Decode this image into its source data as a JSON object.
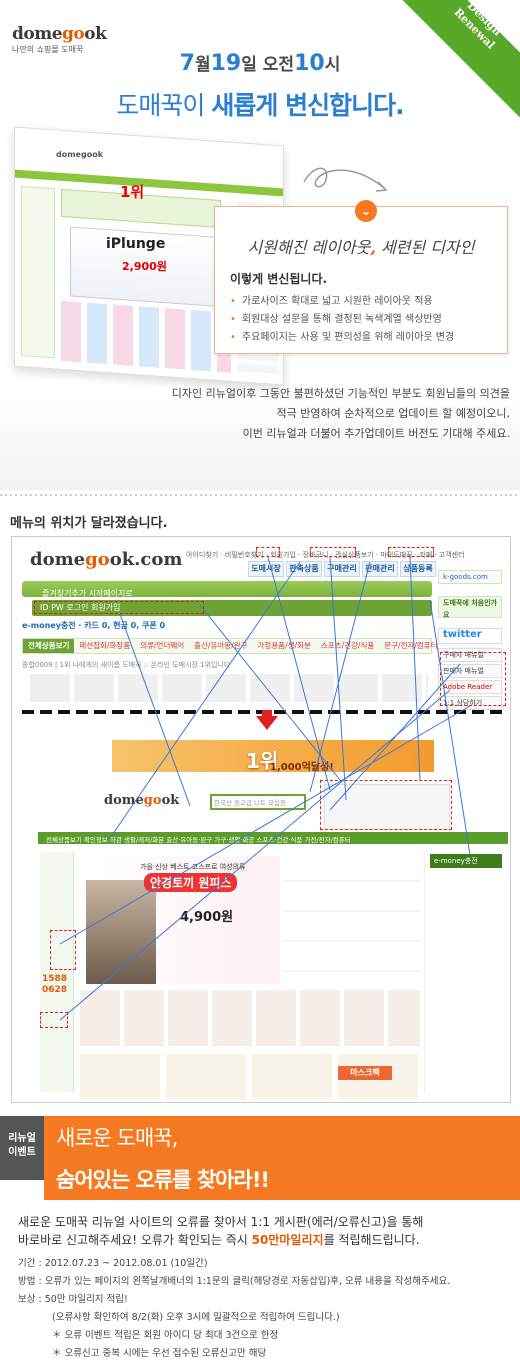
{
  "brand": {
    "logo_left": "dome",
    "logo_oo": "go",
    "logo_right": "ok",
    "subtitle": "나만의 쇼핑몰 도매꾹"
  },
  "ribbon": {
    "line1": "Design",
    "line2": "Renewal"
  },
  "announce": {
    "month": "7",
    "m_unit": "월",
    "day": "19",
    "d_unit": "일 오전",
    "hour": "10",
    "h_unit": "시",
    "headline_pre": "도매꾹이 ",
    "headline_bold": "새롭게 변신합니다."
  },
  "mock": {
    "logo": "domegook",
    "product": "iPlunge",
    "price": "2,900원",
    "badge": "1위"
  },
  "callout": {
    "title_a": "시원해진 레이아웃",
    "title_sep": ",",
    "title_b": " 세련된 디자인",
    "subtitle": "이렇게 변신됩니다.",
    "items": [
      "가로사이즈 확대로 넓고 시원한 레이아웃 적용",
      "회원대상 설문을 통해 결정된 녹색계열 색상반영",
      "주요페이지는 사용 및 편의성을 위해 레이아웃 변경"
    ],
    "chevron": "⌄"
  },
  "intro": [
    "디자인 리뉴얼이후 그동안 불편하셨던 기능적인 부분도 회원님들의 의견을",
    "적극 반영하여 순차적으로 업데이트 할 예정이오니,",
    "이번 리뉴얼과 더불어 추가업데이트 버전도 기대해 주세요."
  ],
  "menu_title": "메뉴의 위치가 달라졌습니다.",
  "old_site": {
    "logo_left": "dome",
    "logo_oo": "go",
    "logo_right": "ok.com",
    "topnav": "아이디찾기 · 비밀번호찾기 · 회원가입 · 장바구니 · 관심상품보기 · 마이도매꾹 · 카페 · 고객센터",
    "tabs": [
      "도매시장",
      "판촉상품",
      "구매관리",
      "판매관리",
      "상품등록"
    ],
    "greenbar": "즐겨찾기추가   시작페이지로",
    "login": "ID        PW        로그인   회원가입",
    "emoney": "e-money충전 · 카드 0, 현금 0, 쿠폰 0",
    "menu": [
      "전체상품보기",
      "패션잡화/화장품",
      "의류/언더웨어",
      "출산/유아동/완구",
      "가정용품/생/화분",
      "스포츠/건강/식품",
      "문구/전자/컴퓨터"
    ],
    "ticker": "종합0009 | 1위 나에게의 새이름 도매꾹 :: 온라인 도매시장 1위입니다",
    "right": [
      "도매꾹에 처음인가요",
      "twitter",
      "구매자 매뉴얼",
      "판매자 매뉴얼",
      "Adobe Reader",
      "1:1 상담하기"
    ],
    "twitter": "twitter",
    "kgoods": "k-goods.com"
  },
  "new_site": {
    "badge": "1위",
    "amount": "1,000억달성!",
    "logo_left": "dome",
    "logo_oo": "go",
    "logo_right": "ok",
    "search_placeholder": "한국산 원고급 니트 모음전",
    "nav": "전체상품보기   확인정보 하관   생활/레저/화분   출산·유아동·완구   가구·생활·화공   스포츠·건강·식품   가전/전자/컴퓨터",
    "emoney": "e-money충전",
    "promo_top": "가을 신상 베스트  코스프로 여성의류",
    "promo_pill": "안경토끼 원피스",
    "promo_price": "4,900원",
    "phone": "1588\n0628",
    "mask": "마스크팩"
  },
  "event": {
    "label1": "리뉴얼",
    "label2": "이벤트",
    "title1": "새로운 도매꾹,",
    "title2": "숨어있는 오류를 찾아라!!",
    "desc_a": "새로운 도매꾹 리뉴얼 사이트의 오류를 찾아서 1:1 게시판(에러/오류신고)을 통해",
    "desc_b": "바로바로 신고해주세요! 오류가 확인되는 즉시 ",
    "desc_bold": "50만마일리지",
    "desc_c": "를 적립해드립니다.",
    "rows": [
      {
        "k": "기간 : ",
        "v": "2012.07.23 ~ 2012.08.01 (10일간)"
      },
      {
        "k": "방법 : ",
        "v": "오류가 있는 페이지의 왼쪽날개배너의 1:1문의 클릭(해당경로 자동삽입)후, 오류 내용을 작성해주세요."
      },
      {
        "k": "보상 : ",
        "v": "50만 마일리지 적립!"
      },
      {
        "k": "",
        "v": "(오류사항 확인하여 8/2(화) 오후 3시에 일괄적으로 적립하여 드립니다.)"
      },
      {
        "k": "",
        "v": "  ＊ 오류 이벤트 적립은 회원 아이디 당 최대 3건으로 한정"
      },
      {
        "k": "",
        "v": "  ＊ 오류신고 중복 시에는 우선 접수된 오류신고만 해당"
      }
    ]
  }
}
